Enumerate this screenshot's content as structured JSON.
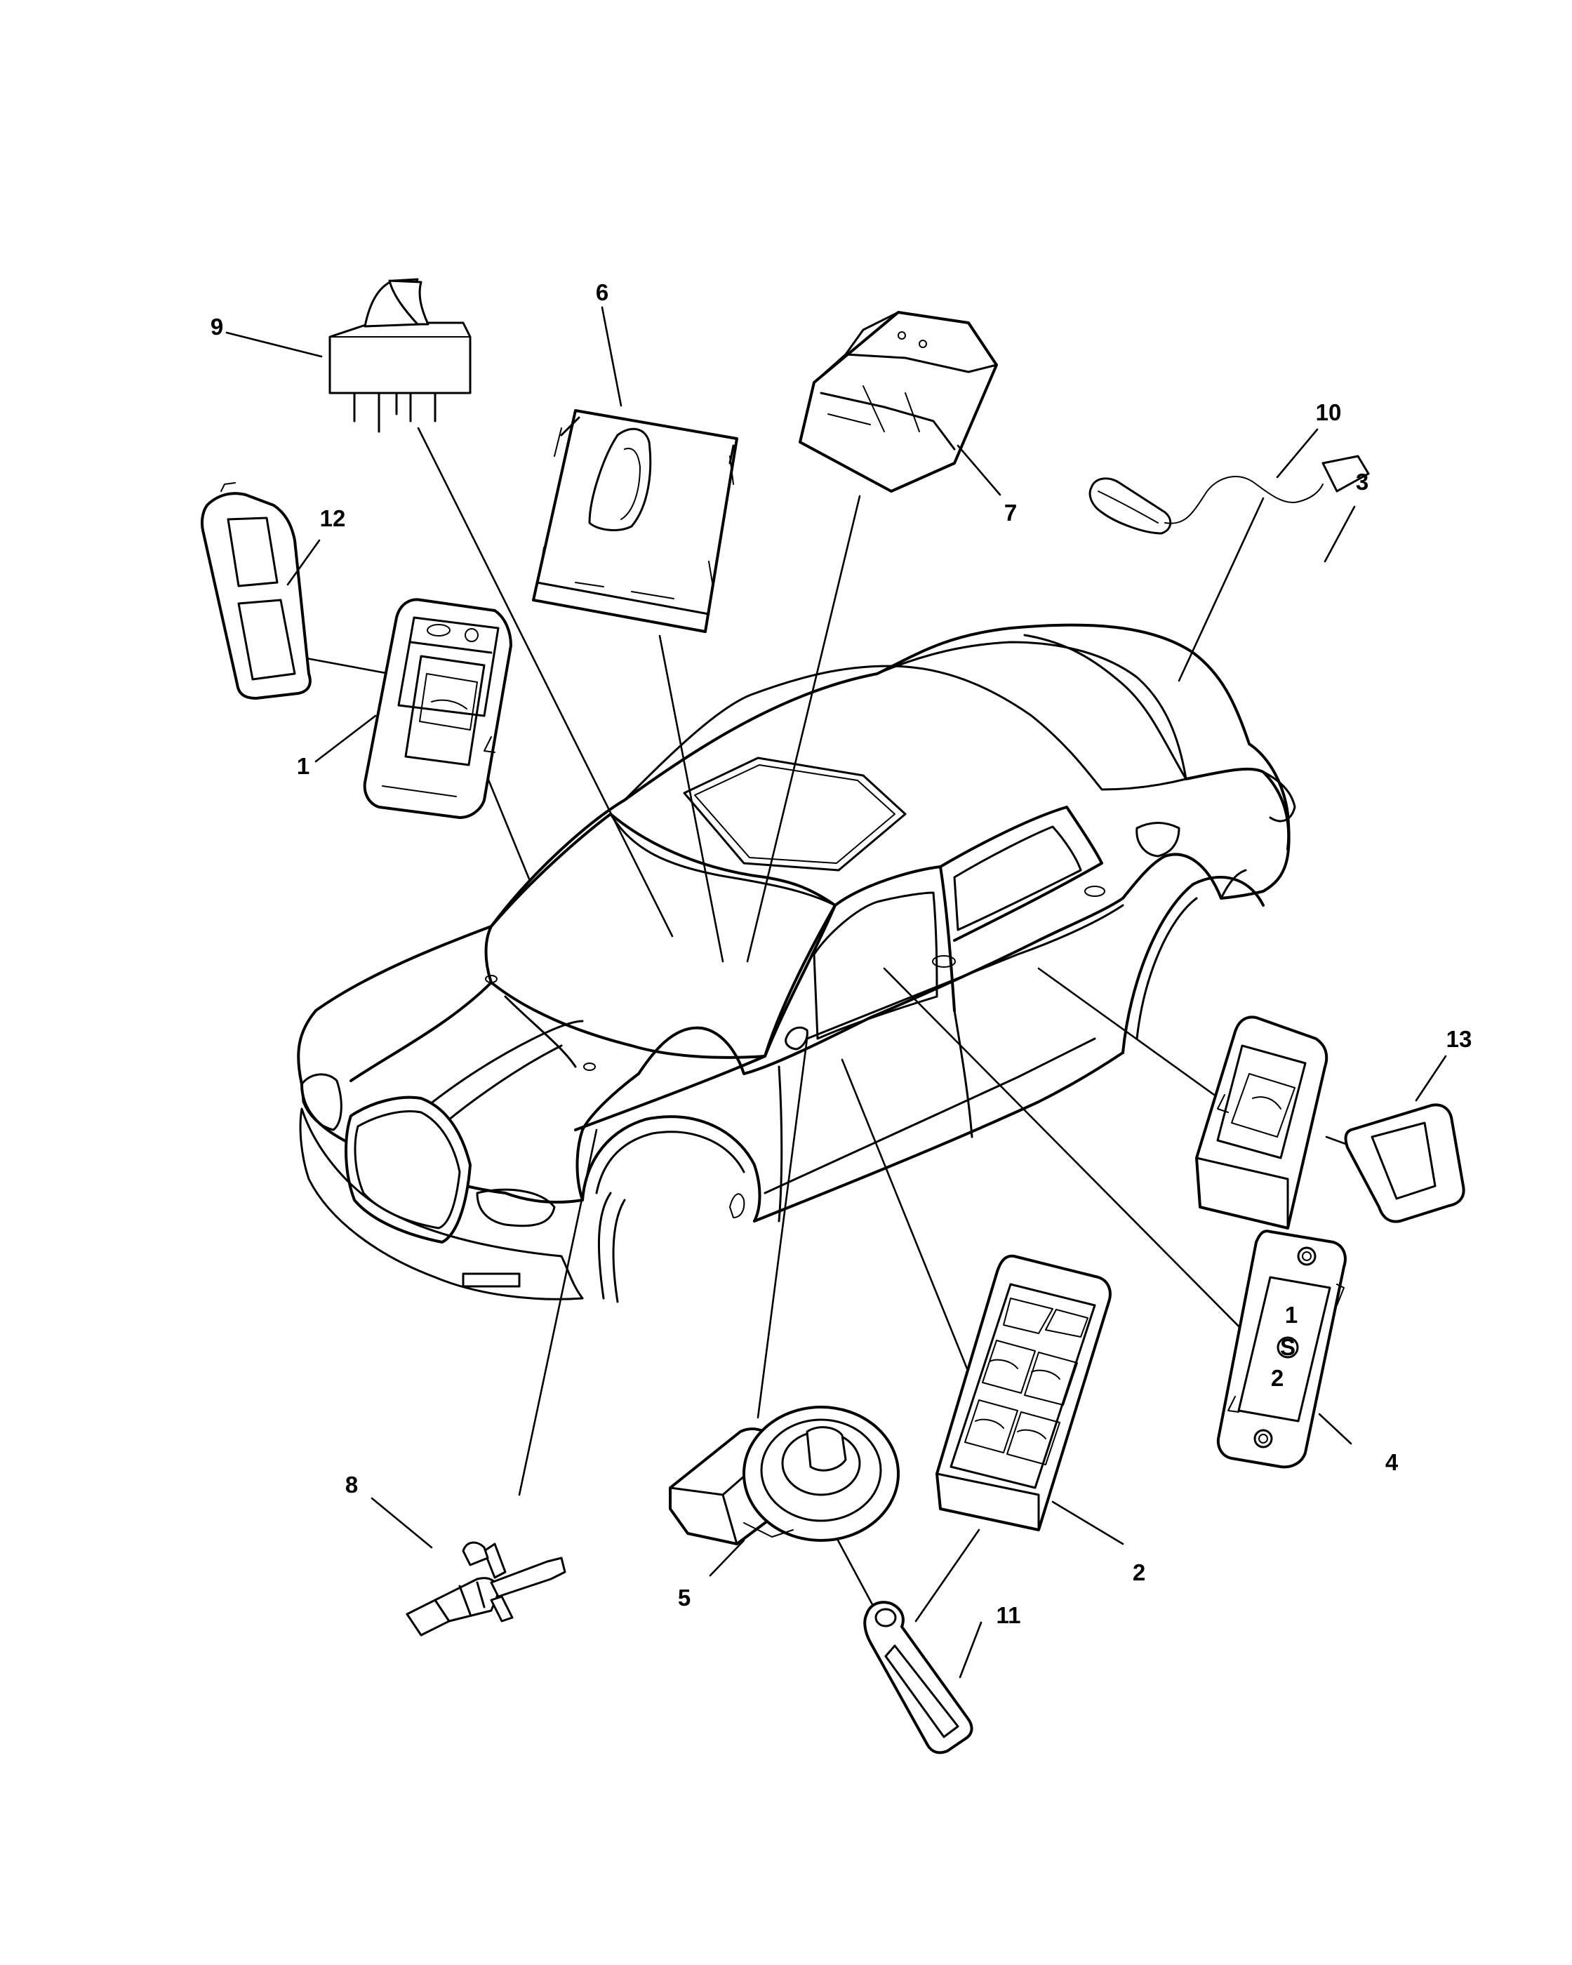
{
  "callouts": [
    {
      "id": "c1",
      "number": "1"
    },
    {
      "id": "c2",
      "number": "2"
    },
    {
      "id": "c3",
      "number": "3"
    },
    {
      "id": "c4",
      "number": "4"
    },
    {
      "id": "c5",
      "number": "5"
    },
    {
      "id": "c6",
      "number": "6"
    },
    {
      "id": "c7",
      "number": "7"
    },
    {
      "id": "c8",
      "number": "8"
    },
    {
      "id": "c9",
      "number": "9"
    },
    {
      "id": "c10",
      "number": "10"
    },
    {
      "id": "c11",
      "number": "11"
    },
    {
      "id": "c12",
      "number": "12"
    },
    {
      "id": "c13",
      "number": "13"
    }
  ],
  "switch_markings": {
    "position_1": "1",
    "set": "S",
    "position_2": "2"
  }
}
